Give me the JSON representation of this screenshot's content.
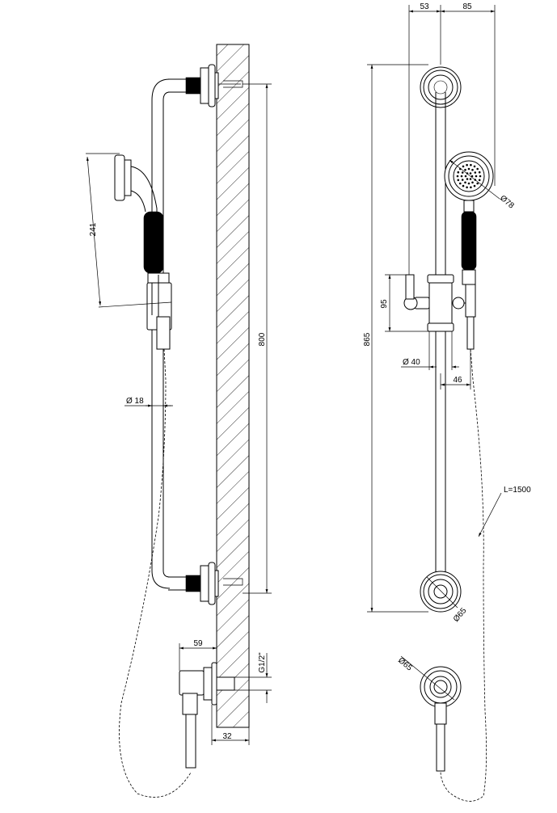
{
  "dimensions": {
    "side_height": "800",
    "handshower_length": "241",
    "rail_diameter": "Ø 18",
    "connection_offset": "59",
    "thread": "G1/2\"",
    "wall_depth": "32",
    "top_left": "53",
    "top_right": "85",
    "total_height": "865",
    "holder_height": "95",
    "holder_diameter": "Ø 40",
    "holder_offset": "46",
    "head_diameter": "Ø78",
    "flange_top": "Ø65",
    "flange_outlet": "Ø65",
    "hose_length": "L=1500"
  }
}
